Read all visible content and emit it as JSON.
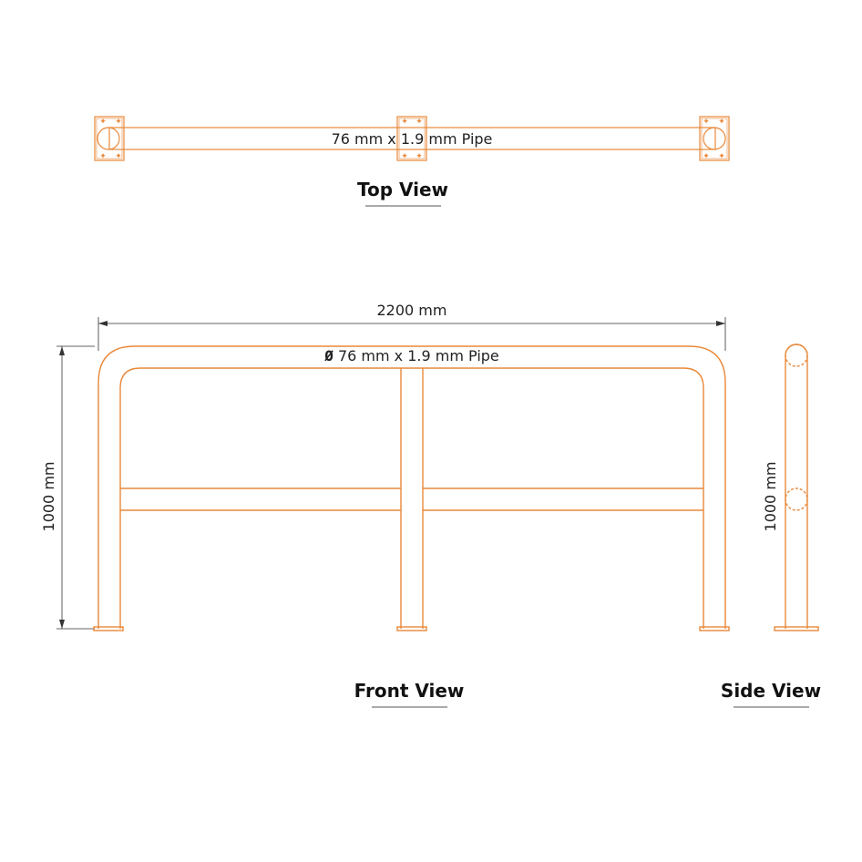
{
  "top_view": {
    "title": "Top View",
    "pipe_label": "76 mm x 1.9 mm Pipe"
  },
  "front_view": {
    "title": "Front View",
    "width_label": "2200 mm",
    "height_label": "1000 mm",
    "pipe_symbol": "Ø",
    "pipe_label": "76 mm x 1.9 mm Pipe"
  },
  "side_view": {
    "title": "Side View",
    "height_label": "1000 mm"
  },
  "colors": {
    "pipe": "#e8883a",
    "dimension": "#333333",
    "text": "#222222"
  }
}
